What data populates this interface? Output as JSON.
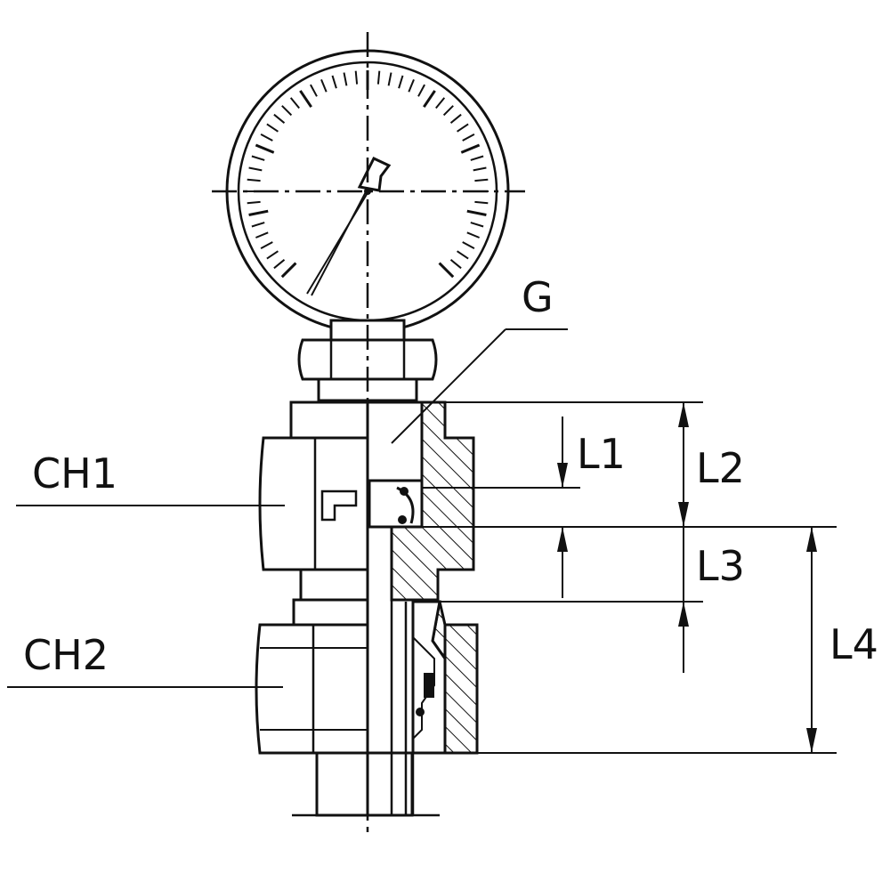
{
  "labels": {
    "g": "G",
    "ch1": "CH1",
    "ch2": "CH2",
    "l1": "L1",
    "l2": "L2",
    "l3": "L3",
    "l4": "L4"
  },
  "colors": {
    "ink": "#111111",
    "paper": "#ffffff"
  }
}
